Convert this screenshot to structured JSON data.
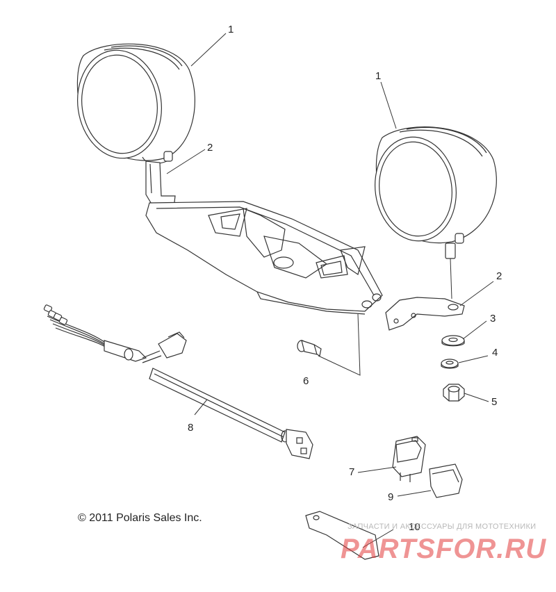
{
  "callouts": {
    "c1a": "1",
    "c1b": "1",
    "c2a": "2",
    "c2b": "2",
    "c3": "3",
    "c4": "4",
    "c5": "5",
    "c6": "6",
    "c7": "7",
    "c8": "8",
    "c9": "9",
    "c10": "10"
  },
  "copyright": "© 2011 Polaris Sales Inc.",
  "watermark": {
    "tagline": "ЗАПЧАСТИ И АКСЕССУАРЫ ДЛЯ МОТОТЕХНИКИ",
    "logo": "PARTSFOR.RU"
  }
}
